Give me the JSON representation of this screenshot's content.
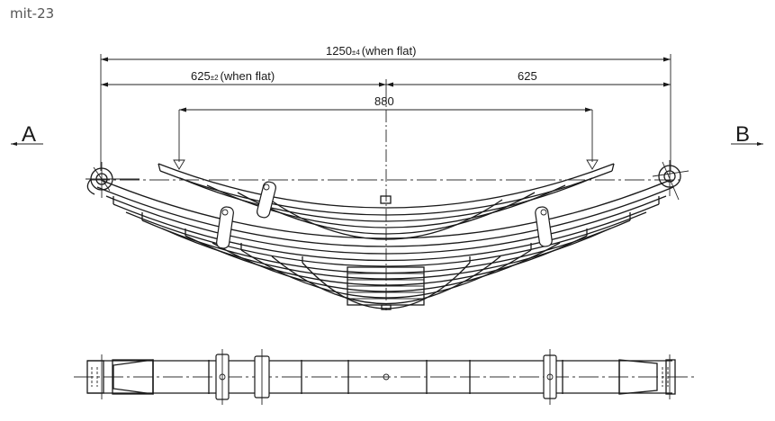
{
  "caption": "mit-23",
  "drawing": {
    "subject": "leaf-spring",
    "view_labels": {
      "left": "A",
      "right": "B"
    },
    "dimensions": {
      "overall": {
        "value": "1250",
        "tolerance": "±4",
        "note": "(when flat)"
      },
      "half": {
        "value": "625",
        "tolerance": "±2",
        "note": "(when flat)"
      },
      "half_right": {
        "value": "625"
      },
      "helper_span": {
        "value": "880"
      }
    }
  },
  "colors": {
    "line": "#1a1a1a",
    "background": "#ffffff",
    "caption": "#555555"
  }
}
